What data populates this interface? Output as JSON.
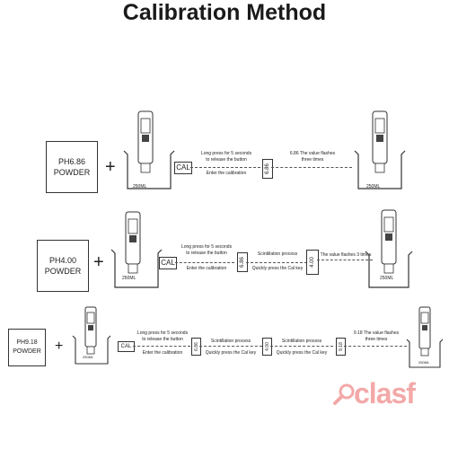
{
  "title": "Calibration Method",
  "rows": [
    {
      "powder": [
        "PH6.86",
        "POWDER"
      ],
      "beaker_label": "250ML",
      "cal": "CAL",
      "step1": [
        "Long press for 5 seconds",
        "to release the button"
      ],
      "step1b": "Enter the calibration",
      "display1": "6.86",
      "step2": [
        "6.86 The value flashes",
        "three times"
      ],
      "beaker_label_end": "250ML"
    },
    {
      "powder": [
        "PH4.00",
        "POWDER"
      ],
      "beaker_label": "250ML",
      "cal": "CAL",
      "step1": [
        "Long press for 5 seconds",
        "to release the button"
      ],
      "step1b": "Enter the calibration",
      "display1": "6.86",
      "step2": "Scintillation process",
      "step2b": "Quickly press the Cal key",
      "display2": "4.00",
      "step3": "The value flashes 3 times",
      "beaker_label_end": "250ML"
    },
    {
      "powder": [
        "PH9.18",
        "POWDER"
      ],
      "beaker_label": "250ML",
      "cal": "CAL",
      "step1": [
        "Long press for 5 seconds",
        "to release the button"
      ],
      "step1b": "Enter the calibration",
      "display1": "6.86",
      "step2": "Scintillation process",
      "step2b": "Quickly press the Cal key",
      "display2": "4.00",
      "step3": "Scintillation process",
      "step3b": "Quickly press the Cal key",
      "display3": "9.18",
      "step4": [
        "9.18 The value flashes",
        "three times"
      ],
      "beaker_label_end": "250ML"
    }
  ],
  "plus": "+",
  "logo": "clasf",
  "icons": [
    "beaker-with-meter-icon",
    "magnifier-icon"
  ]
}
